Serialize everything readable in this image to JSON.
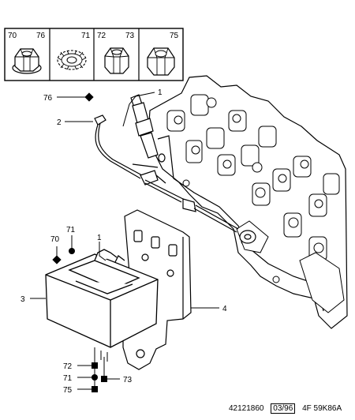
{
  "legend_box": {
    "cells": [
      {
        "label_a": "70",
        "label_b": "76",
        "icon": "hex-nut-flanged-icon"
      },
      {
        "label_a": "71",
        "label_b": "",
        "icon": "serrated-lock-washer-icon"
      },
      {
        "label_a": "72",
        "label_b": "73",
        "icon": "hex-nut-icon"
      },
      {
        "label_a": "75",
        "label_b": "",
        "icon": "hex-nut-large-icon"
      }
    ]
  },
  "callouts": {
    "c76": "76",
    "c2": "2",
    "c1_plug": "1",
    "c70": "70",
    "c71_top": "71",
    "c1_module": "1",
    "c3": "3",
    "c4": "4",
    "c72": "72",
    "c71_bot": "71",
    "c73": "73",
    "c75": "75"
  },
  "footer": {
    "ref": "42121860",
    "date": "03/96",
    "code": "4F 59K86A"
  }
}
